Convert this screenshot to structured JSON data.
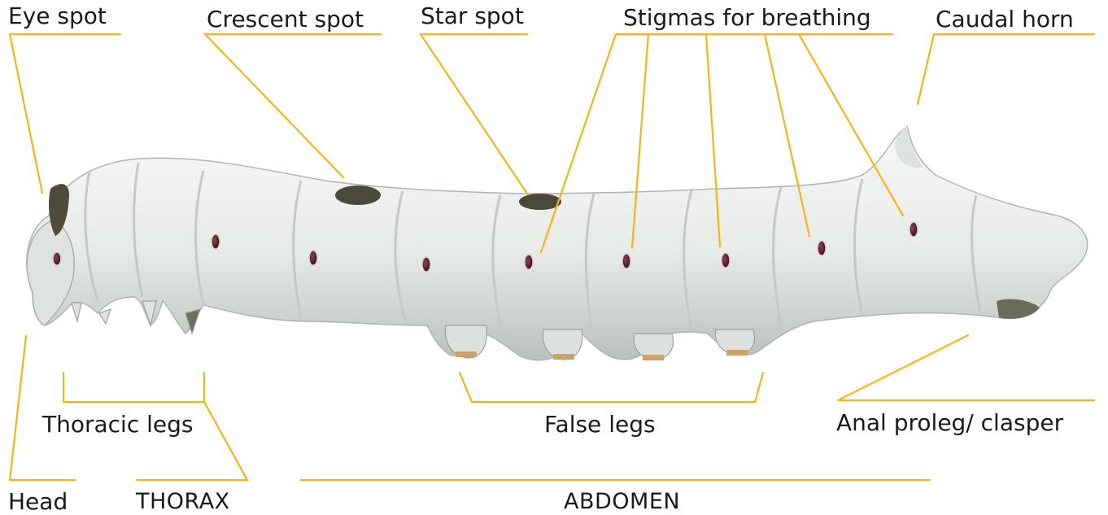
{
  "labels": {
    "eye_spot": "Eye spot",
    "crescent_spot": "Crescent spot",
    "star_spot": "Star spot",
    "stigmas": "Stigmas for breathing",
    "caudal_horn": "Caudal horn",
    "thoracic_legs": "Thoracic legs",
    "false_legs": "False legs",
    "anal_proleg": "Anal proleg/ clasper",
    "head": "Head",
    "thorax": "THORAX",
    "abdomen": "ABDOMEN"
  },
  "colors": {
    "leader_line": "#f2b418",
    "body": "#e9ecea",
    "body_shade": "#c9cfcb",
    "spot": "#4a4a3c",
    "stigma": "#5a2430"
  }
}
